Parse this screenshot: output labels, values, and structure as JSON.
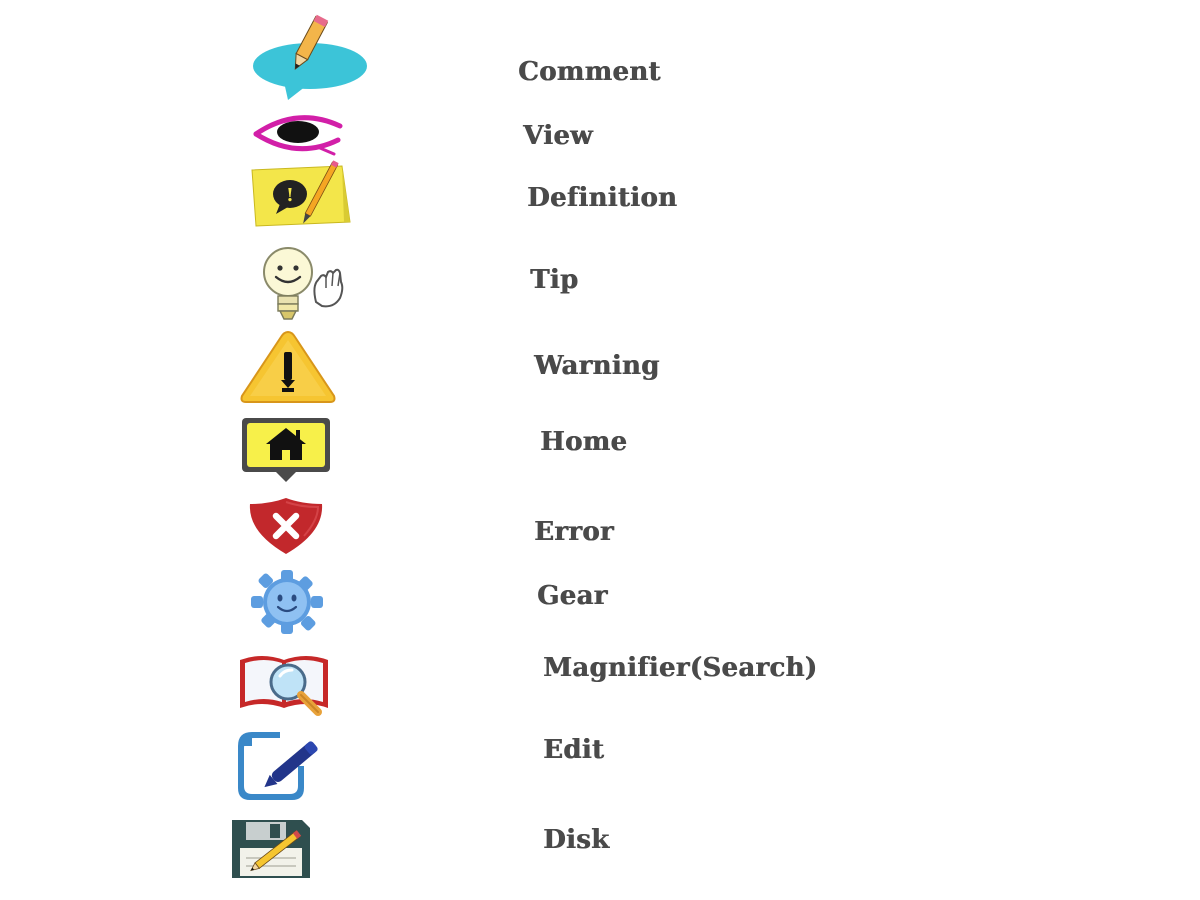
{
  "legend": {
    "items": [
      {
        "label": "Comment",
        "icon": "comment-pencil-icon"
      },
      {
        "label": "View",
        "icon": "eye-icon"
      },
      {
        "label": "Definition",
        "icon": "definition-note-icon"
      },
      {
        "label": "Tip",
        "icon": "lightbulb-smiley-icon"
      },
      {
        "label": "Warning",
        "icon": "warning-triangle-icon"
      },
      {
        "label": "Home",
        "icon": "home-icon"
      },
      {
        "label": "Error",
        "icon": "error-shield-icon"
      },
      {
        "label": "Gear",
        "icon": "gear-smiley-icon"
      },
      {
        "label": "Magnifier(Search)",
        "icon": "magnifier-book-icon"
      },
      {
        "label": "Edit",
        "icon": "edit-document-icon"
      },
      {
        "label": "Disk",
        "icon": "floppy-disk-icon"
      }
    ]
  },
  "colors": {
    "label_text": "#4a4a4a",
    "comment_bubble": "#3cc4d8",
    "eye_outline": "#d21fa8",
    "definition_note": "#f3e64a",
    "tip_bulb": "#fbf8d6",
    "warning": "#f6c531",
    "home_bg": "#f7f04a",
    "error_shield": "#c2282c",
    "gear": "#5d9de0",
    "magnifier_book": "#c62828",
    "edit": "#3a88c8",
    "disk": "#2f4f4f"
  }
}
